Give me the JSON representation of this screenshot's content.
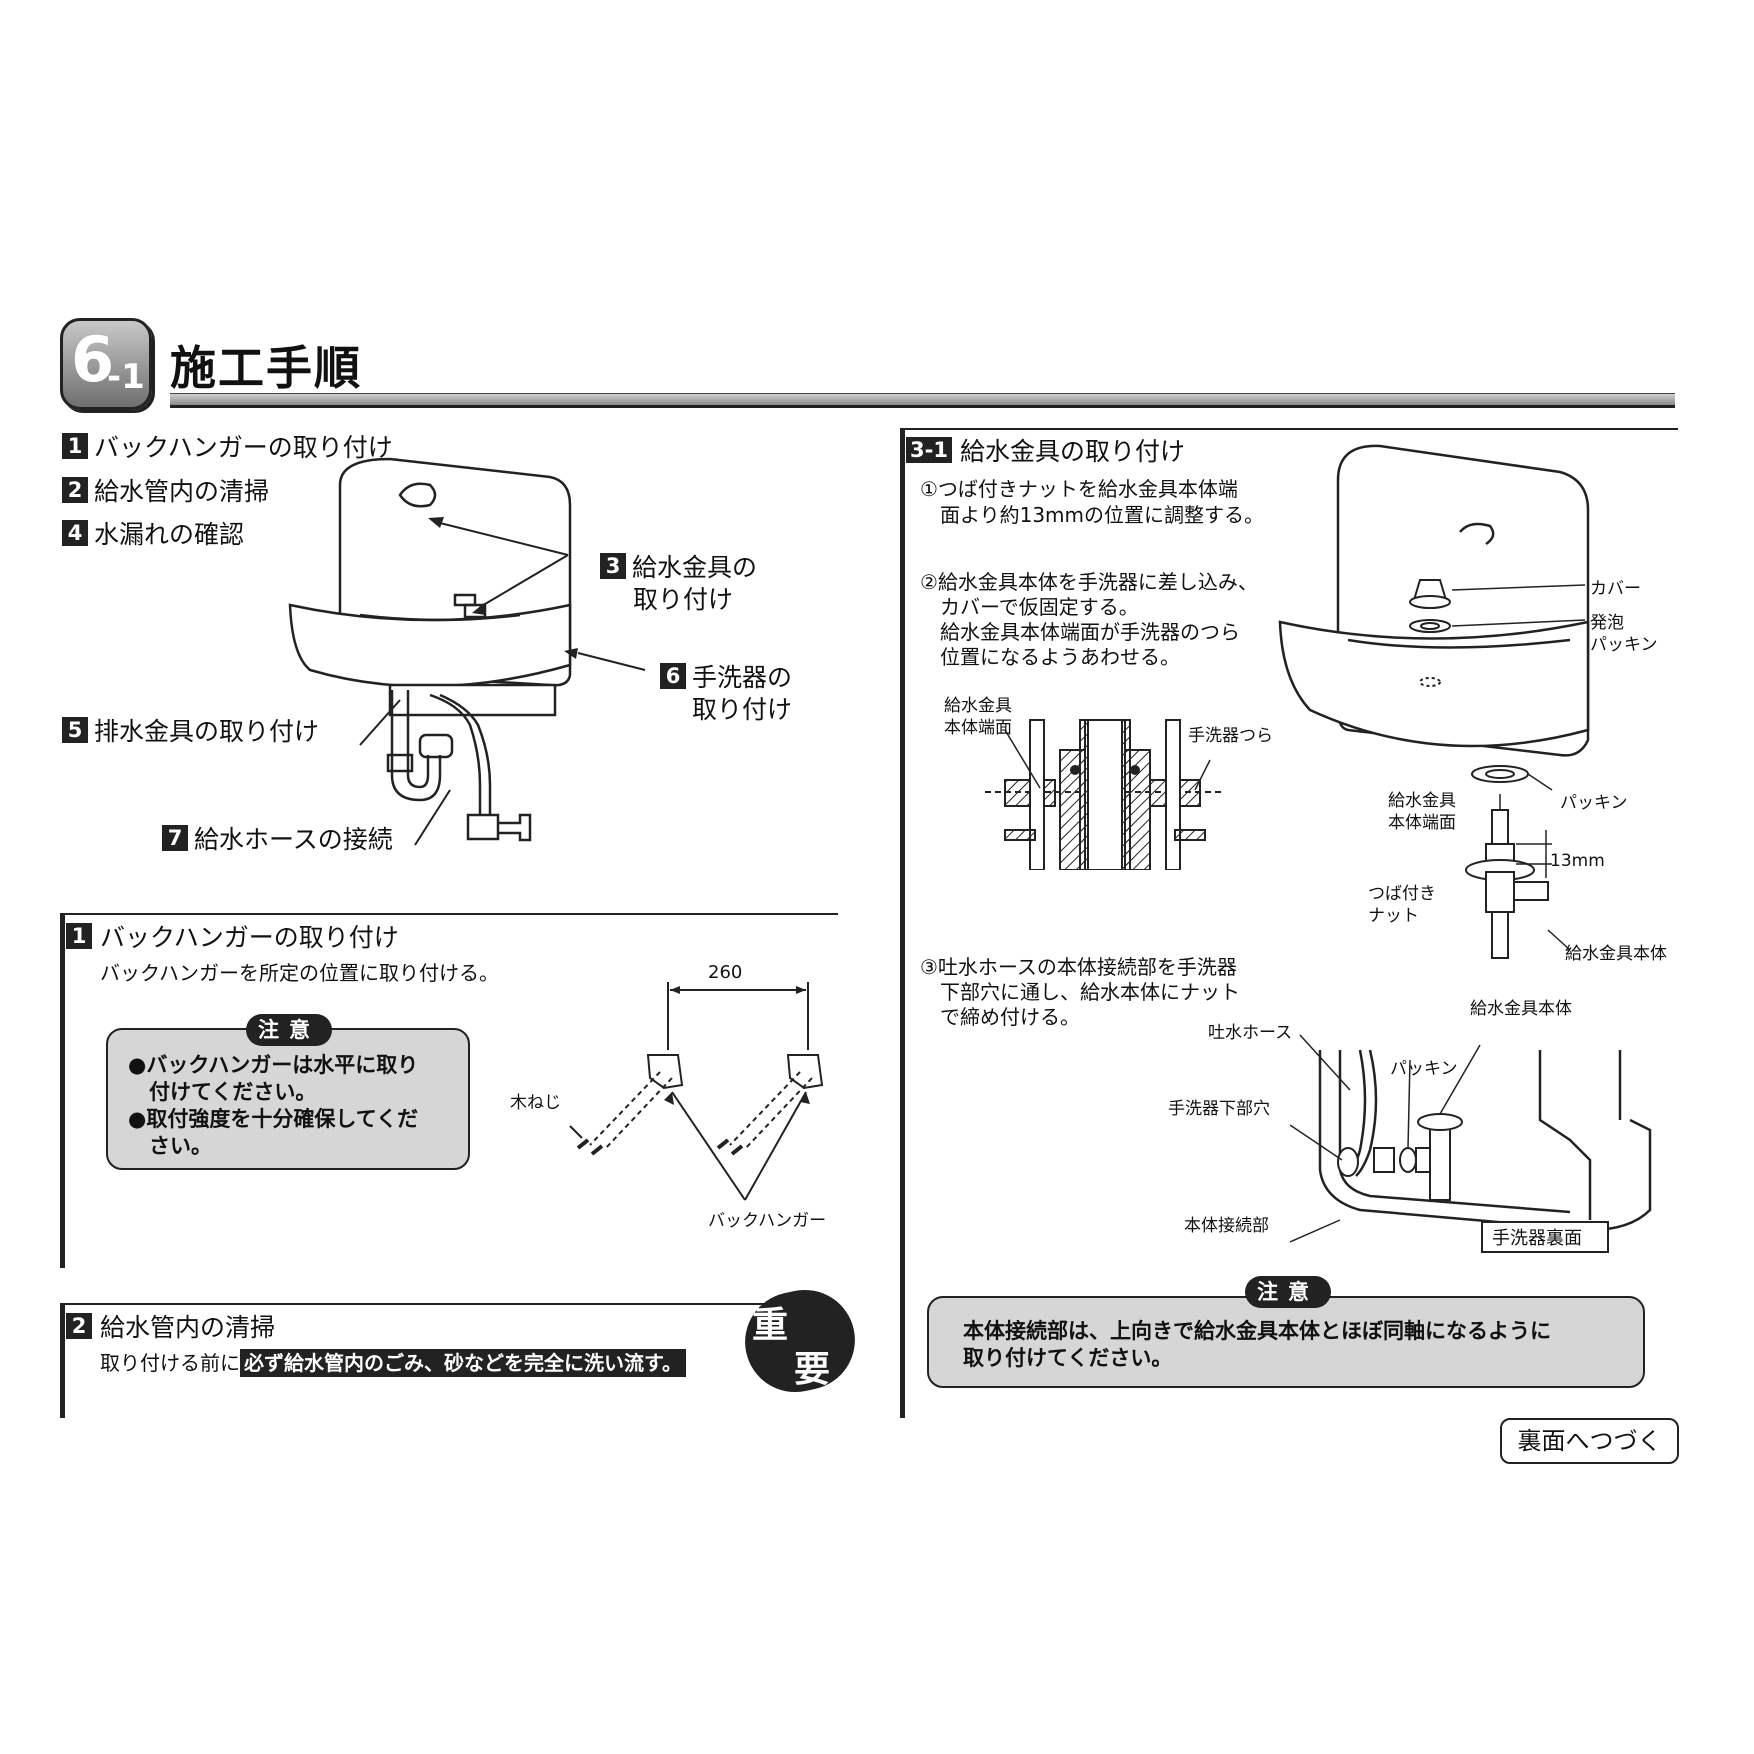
{
  "header": {
    "section_number": "6",
    "section_sub": "-1",
    "title": "施工手順"
  },
  "overview": {
    "items": [
      {
        "num": "1",
        "label": "バックハンガーの取り付け"
      },
      {
        "num": "2",
        "label": "給水管内の清掃"
      },
      {
        "num": "4",
        "label": "水漏れの確認"
      }
    ],
    "callout3_num": "3",
    "callout3_line1": "給水金具の",
    "callout3_line2": "取り付け",
    "callout6_num": "6",
    "callout6_line1": "手洗器の",
    "callout6_line2": "取り付け",
    "callout5_num": "5",
    "callout5_label": "排水金具の取り付け",
    "callout7_num": "7",
    "callout7_label": "給水ホースの接続"
  },
  "section1": {
    "num": "1",
    "heading": "バックハンガーの取り付け",
    "body": "バックハンガーを所定の位置に取り付ける。",
    "dimension": "260",
    "screw_label": "木ねじ",
    "hanger_label": "バックハンガー",
    "caution_tag": "注意",
    "caution_lines": [
      "●バックハンガーは水平に取り",
      "　付けてください。",
      "●取付強度を十分確保してくだ",
      "　さい。"
    ]
  },
  "section2": {
    "num": "2",
    "heading": "給水管内の清掃",
    "body_prefix": "取り付ける前に",
    "body_highlight": "必ず給水管内のごみ、砂などを完全に洗い流す。",
    "important_1": "重",
    "important_2": "要"
  },
  "section31": {
    "num": "3-1",
    "heading": "給水金具の取り付け",
    "step1_lines": [
      "①つば付きナットを給水金具本体端",
      "　面より約13mmの位置に調整する。"
    ],
    "step2_lines": [
      "②給水金具本体を手洗器に差し込み、",
      "　カバーで仮固定する。",
      "　給水金具本体端面が手洗器のつら",
      "　位置になるようあわせる。"
    ],
    "step3_lines": [
      "③吐水ホースの本体接続部を手洗器",
      "　下部穴に通し、給水本体にナット",
      "　で締め付ける。"
    ],
    "labels": {
      "cover": "カバー",
      "foam_packing_1": "発泡",
      "foam_packing_2": "パッキン",
      "packing": "パッキン",
      "end_face_a1": "給水金具",
      "end_face_a2": "本体端面",
      "flush": "手洗器つら",
      "end_face_b1": "給水金具",
      "end_face_b2": "本体端面",
      "dim13": "13mm",
      "flange_nut_1": "つば付き",
      "flange_nut_2": "ナット",
      "fitting_body": "給水金具本体",
      "fitting_body_2": "給水金具本体",
      "outlet_hose": "吐水ホース",
      "packing_2": "パッキン",
      "lower_hole": "手洗器下部穴",
      "body_joint": "本体接続部",
      "underside": "手洗器裏面"
    },
    "caution_tag": "注意",
    "caution_lines": [
      "本体接続部は、上向きで給水金具本体とほぼ同軸になるように",
      "取り付けてください。"
    ]
  },
  "footer": {
    "next": "裏面へつづく"
  }
}
